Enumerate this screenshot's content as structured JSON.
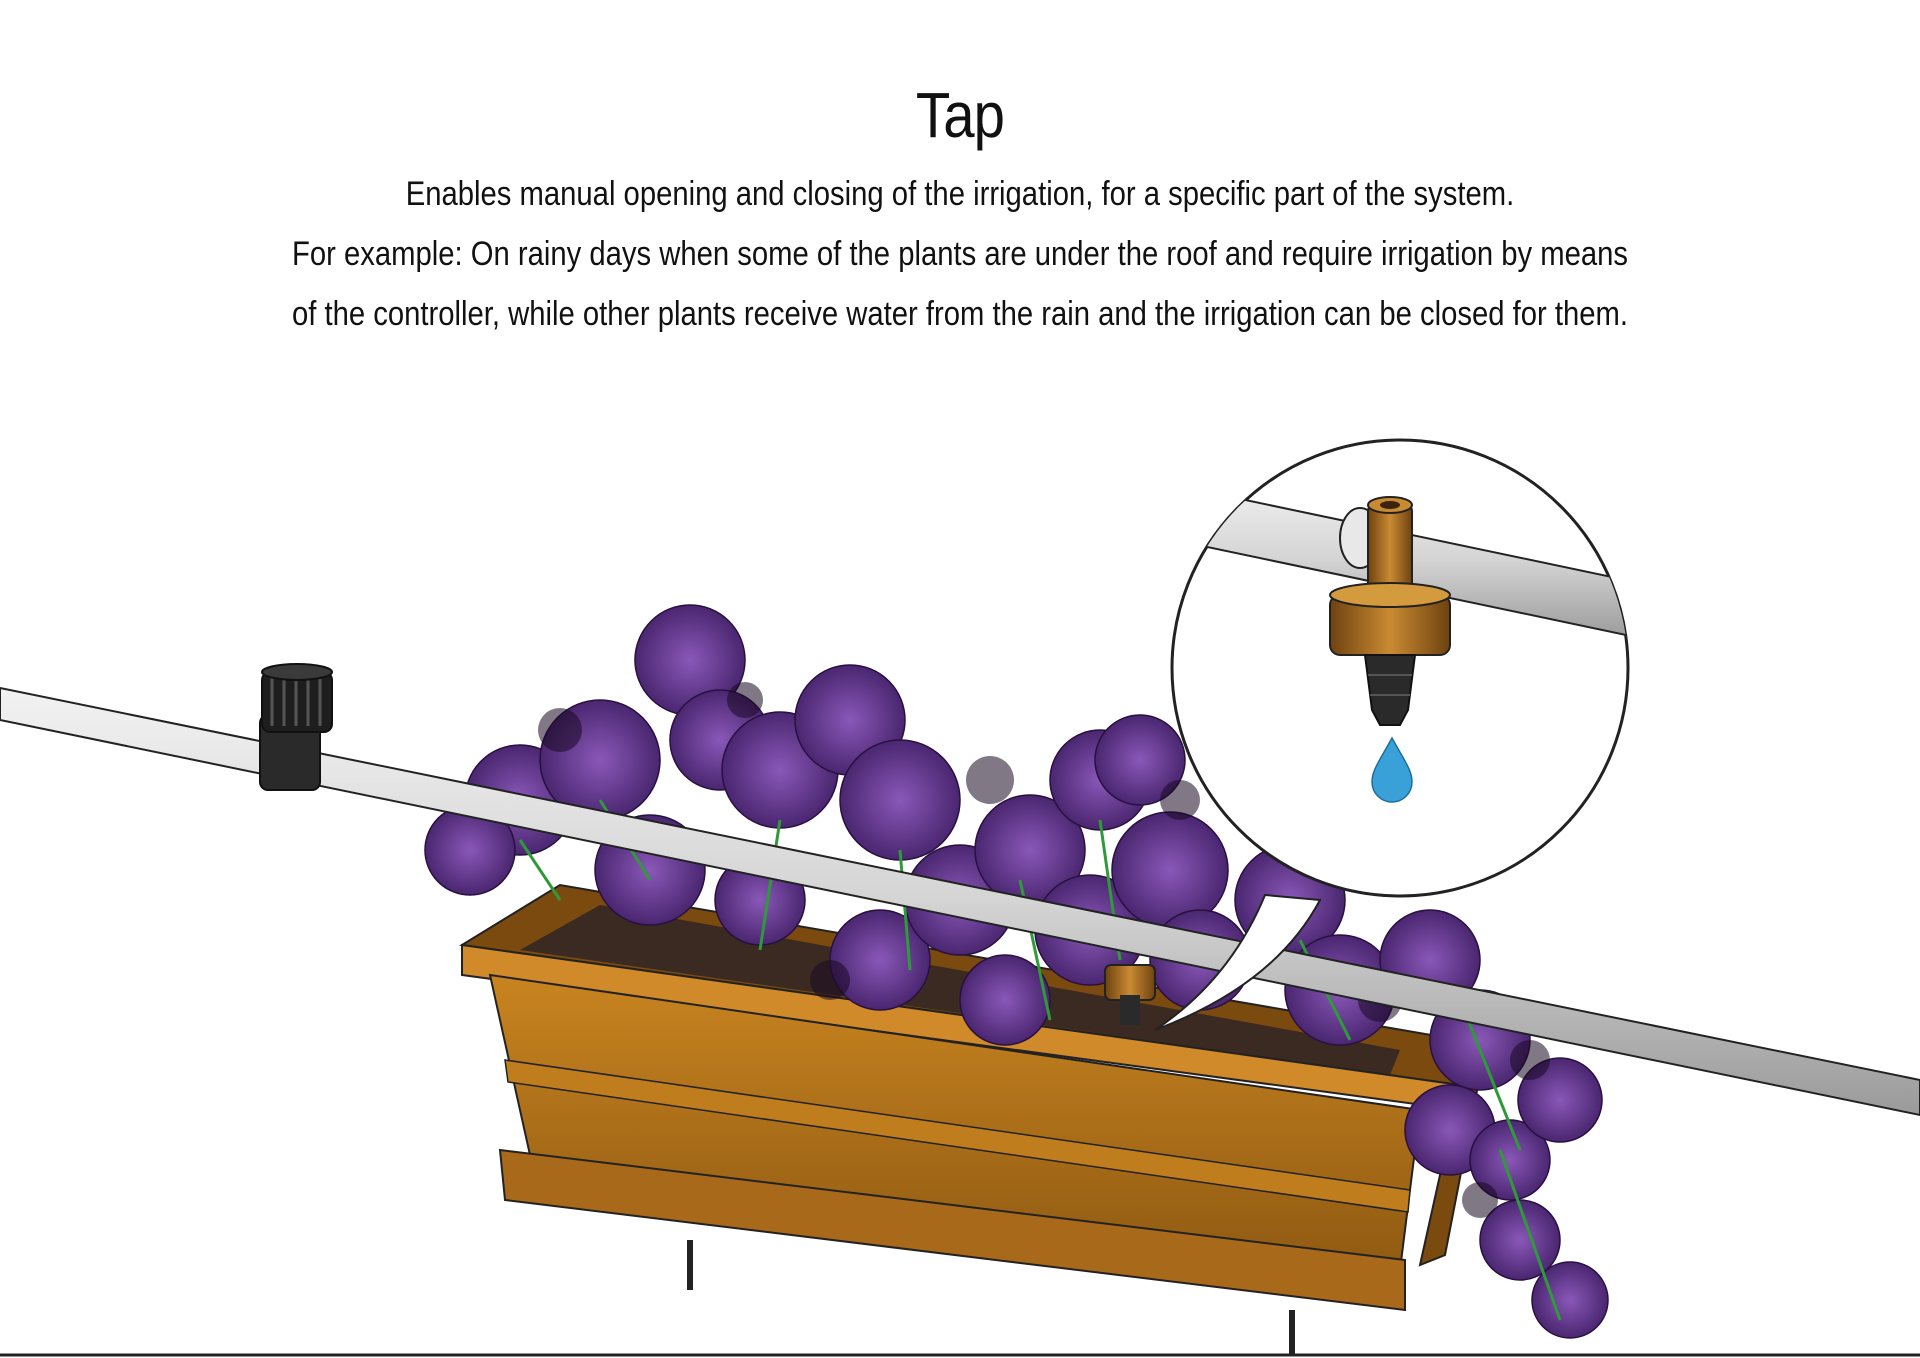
{
  "header": {
    "title": "Tap",
    "lines": [
      "Enables manual opening and closing of the irrigation, for a specific part of the system.",
      "For example: On rainy days when some of the plants are under the roof and require irrigation by means",
      "of the controller, while other plants receive water from the rain and the irrigation can be closed for them."
    ]
  },
  "illustration": {
    "colors": {
      "pipe": "#d9d9d9",
      "pipe_outline": "#222222",
      "planter": "#b8741a",
      "planter_dark": "#8a5410",
      "planter_light": "#d08a2a",
      "flower": "#6a3c94",
      "flower_dark": "#3d1f5e",
      "leaf": "#2f9a3a",
      "tap": "#2a2a2a",
      "dripper": "#a86a1e",
      "water_drop": "#3aa0d8"
    },
    "icons": [
      "tap-icon",
      "dripper-icon",
      "water-drop-icon"
    ]
  }
}
